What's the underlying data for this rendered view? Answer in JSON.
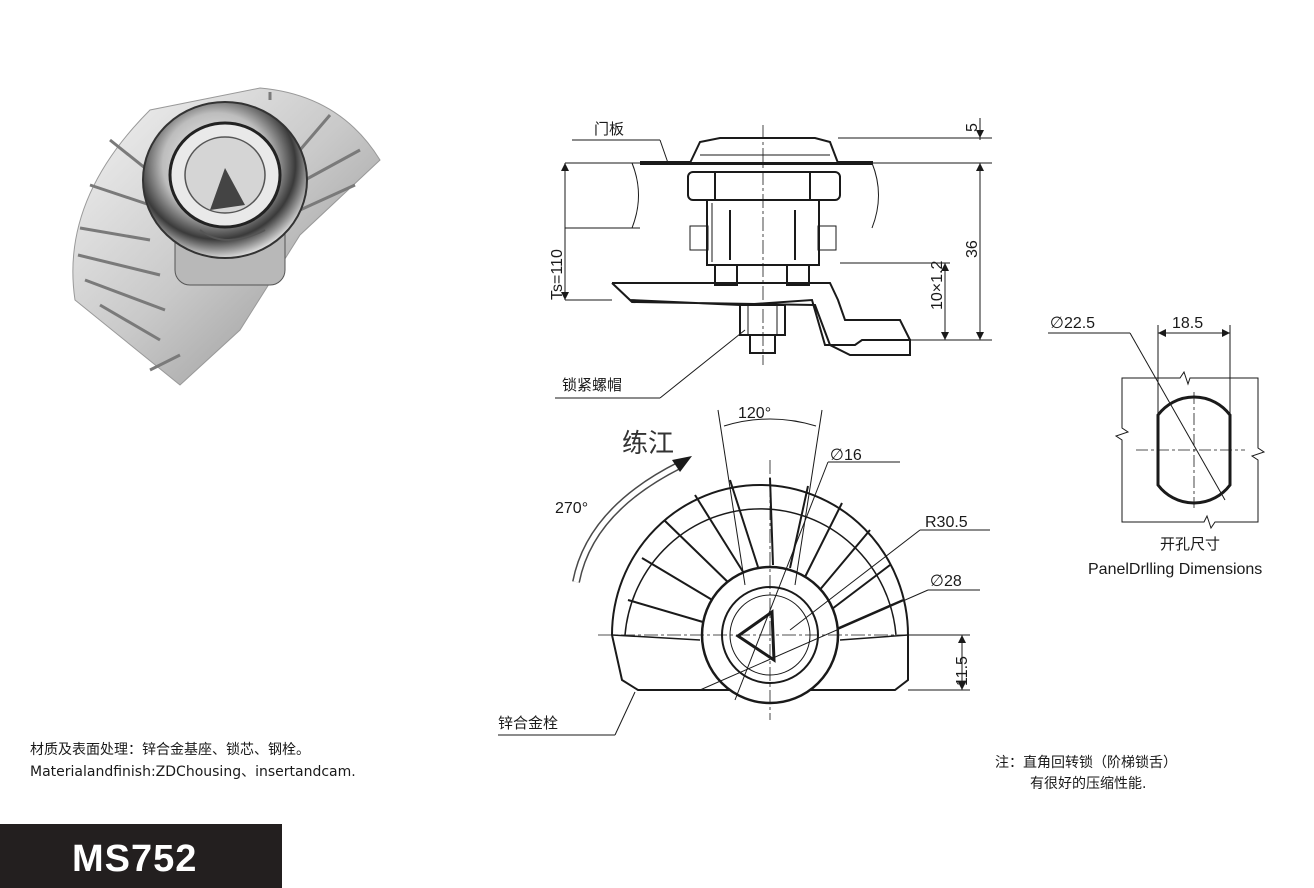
{
  "model": "MS752",
  "material_note": {
    "line1": "材质及表面处理：锌合金基座、锁芯、钢栓。",
    "line2": "Materialandfinish:ZDChousing、insertandcam."
  },
  "feature_note": {
    "line1": "注：直角回转锁（阶梯锁舌）",
    "line2": "有很好的压缩性能."
  },
  "side_view": {
    "door_panel_label": "门板",
    "lock_nut_label": "锁紧螺帽",
    "dim_top": "5",
    "dim_total": "36",
    "dim_thread": "10×1.2",
    "dim_ts": "Ts=110"
  },
  "front_view": {
    "brand_label": "练江",
    "rotation": "270°",
    "angle": "120°",
    "dia_small": "∅16",
    "radius": "R30.5",
    "dia_large": "∅28",
    "height": "11.5",
    "cam_label": "锌合金栓"
  },
  "panel_cutout": {
    "dia": "∅22.5",
    "flat": "18.5",
    "title_cn": "开孔尺寸",
    "title_en": "PanelDrlling Dimensions"
  }
}
